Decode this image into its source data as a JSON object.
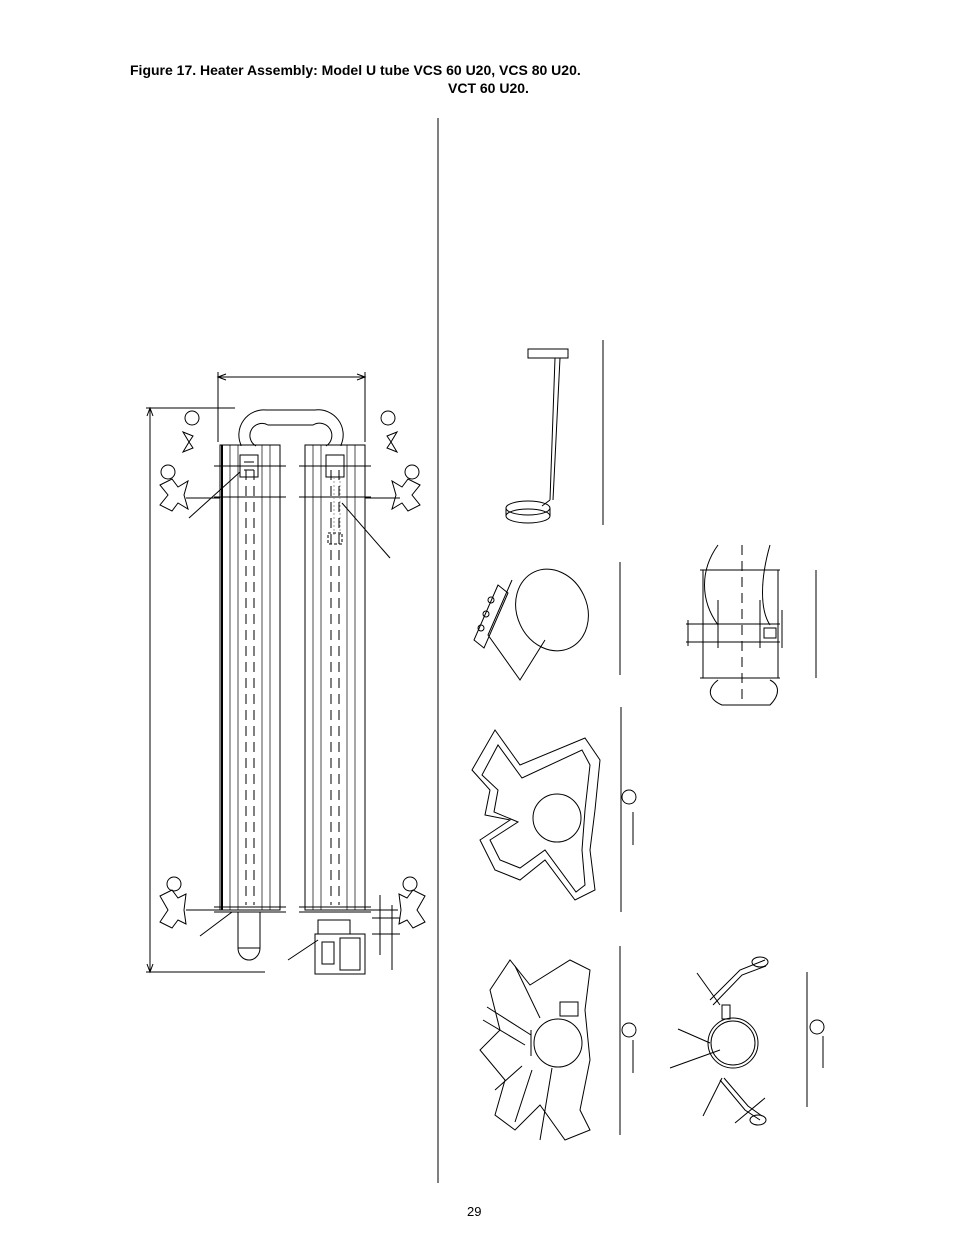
{
  "figure": {
    "title_line1": "Figure 17.  Heater Assembly: Model U tube VCS 60 U20, VCS 80 U20.",
    "title_line2": "VCT 60 U20."
  },
  "page": {
    "number": "29"
  }
}
